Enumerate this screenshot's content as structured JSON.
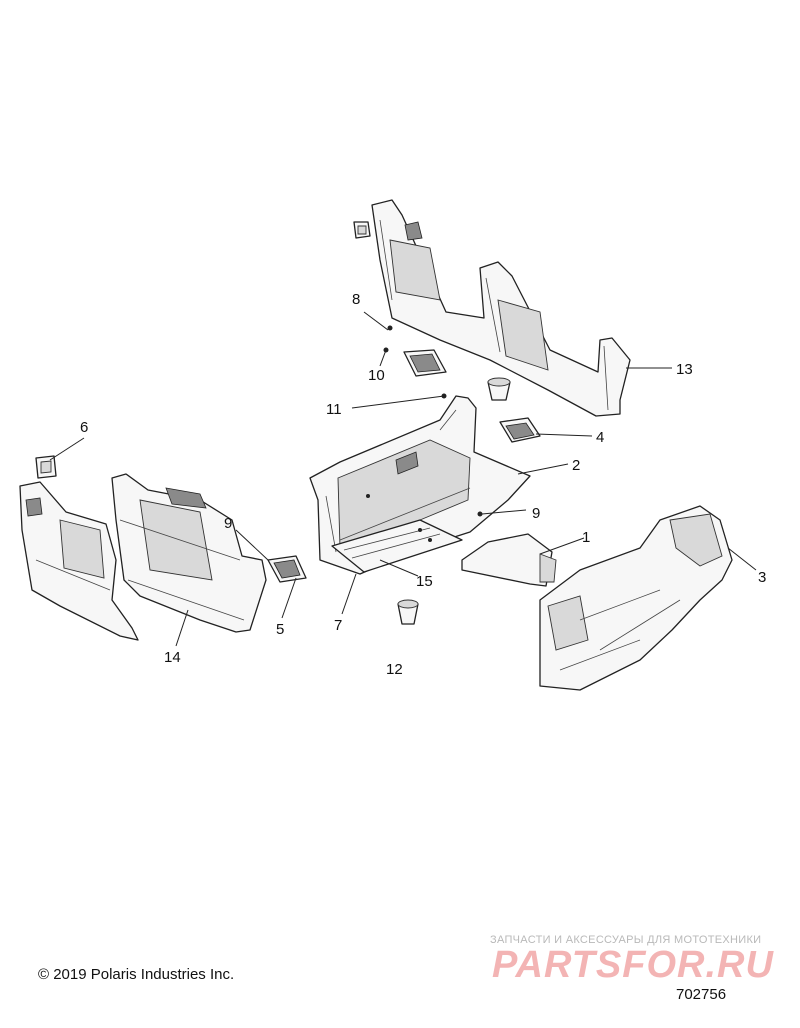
{
  "diagram": {
    "callouts": [
      {
        "id": "c1",
        "label": "1"
      },
      {
        "id": "c2",
        "label": "2"
      },
      {
        "id": "c3",
        "label": "3"
      },
      {
        "id": "c4",
        "label": "4"
      },
      {
        "id": "c5",
        "label": "5"
      },
      {
        "id": "c6",
        "label": "6"
      },
      {
        "id": "c7",
        "label": "7"
      },
      {
        "id": "c8",
        "label": "8"
      },
      {
        "id": "c9a",
        "label": "9"
      },
      {
        "id": "c9b",
        "label": "9"
      },
      {
        "id": "c10",
        "label": "10"
      },
      {
        "id": "c11",
        "label": "11"
      },
      {
        "id": "c12",
        "label": "12"
      },
      {
        "id": "c13",
        "label": "13"
      },
      {
        "id": "c14",
        "label": "14"
      },
      {
        "id": "c15",
        "label": "15"
      }
    ],
    "copyright": "© 2019 Polaris Industries Inc.",
    "diagram_id": "702756"
  },
  "watermark": {
    "caption": "ЗАПЧАСТИ И АКСЕССУАРЫ ДЛЯ МОТОТЕХНИКИ",
    "logo": "PARTSFOR.RU"
  }
}
